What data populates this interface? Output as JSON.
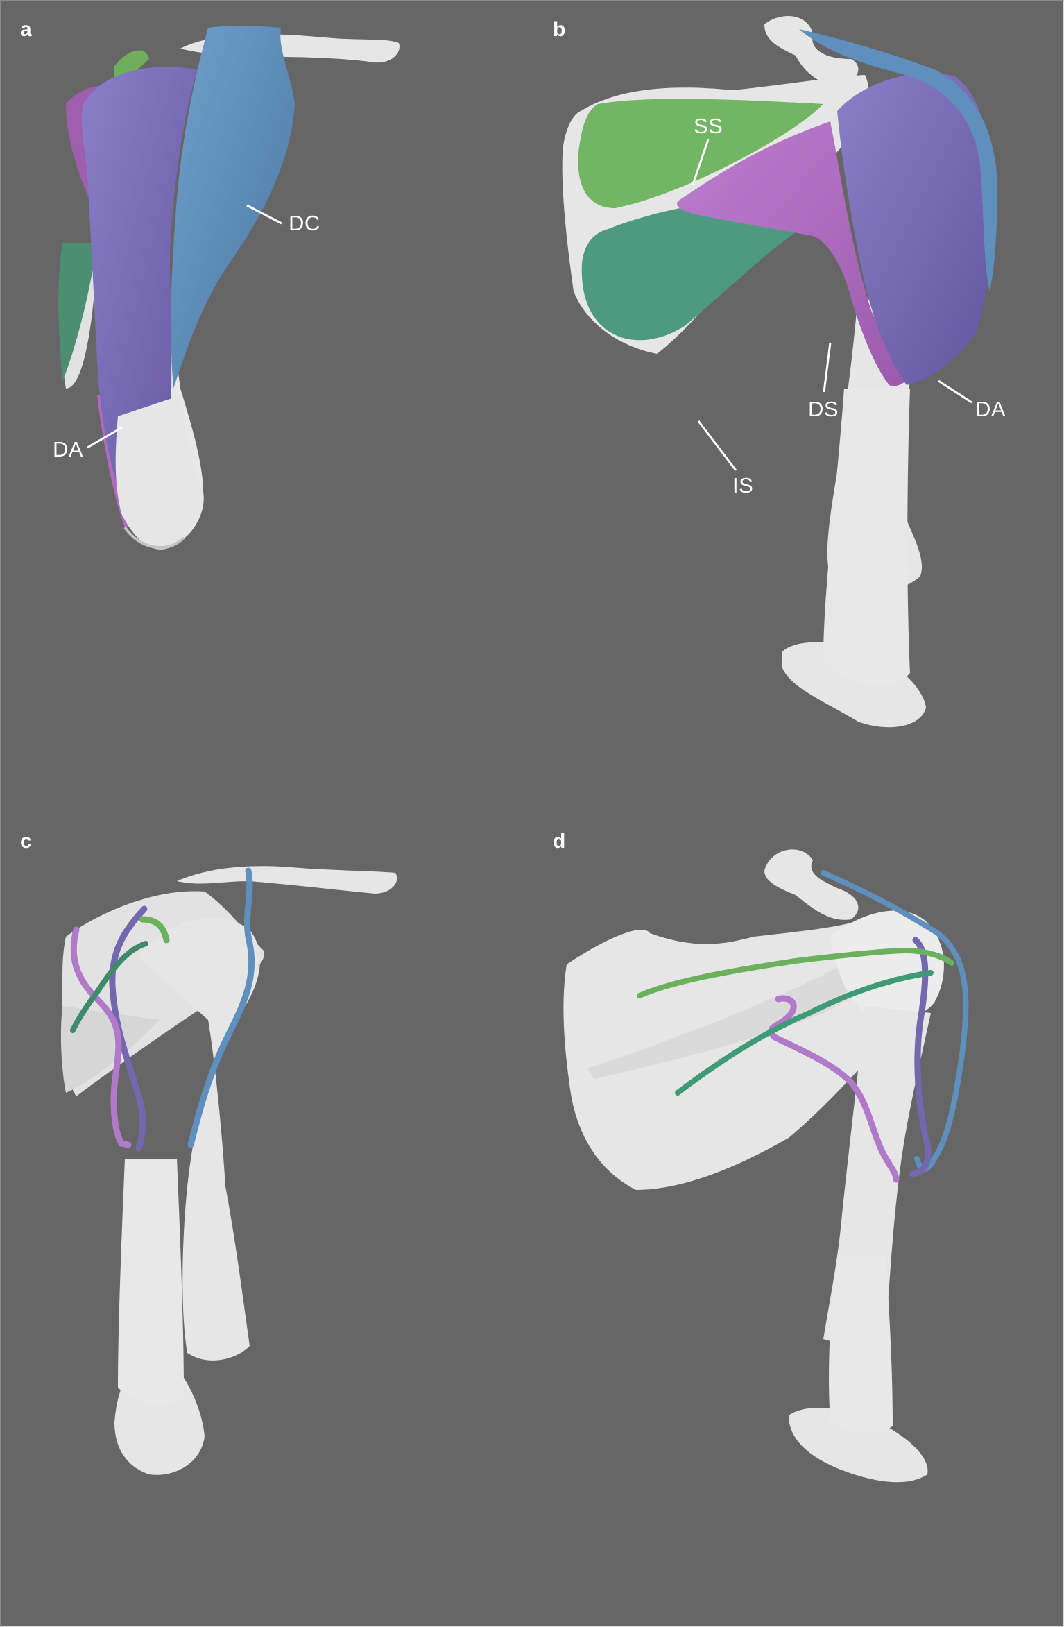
{
  "figure": {
    "background_color": "#666666",
    "colors": {
      "bone": "#e6e6e6",
      "bone_shadow": "#c4c4c4",
      "SS": "#72b562",
      "IS": "#4e9a80",
      "DS": "#a766b8",
      "DA": "#7467ad",
      "DC": "#5f8fbd",
      "label": "#ffffff"
    },
    "panels": [
      {
        "letter": "a",
        "view": "lateral view, muscles",
        "labels": [
          {
            "text": "DC",
            "muscle": "DC"
          },
          {
            "text": "DA",
            "muscle": "DA"
          }
        ]
      },
      {
        "letter": "b",
        "view": "posterior view, muscles",
        "labels": [
          {
            "text": "SS",
            "muscle": "SS"
          },
          {
            "text": "DS",
            "muscle": "DS"
          },
          {
            "text": "DA",
            "muscle": "DA"
          },
          {
            "text": "IS",
            "muscle": "IS"
          }
        ]
      },
      {
        "letter": "c",
        "view": "lateral view, lines of action",
        "labels": []
      },
      {
        "letter": "d",
        "view": "posterior view, lines of action",
        "labels": []
      }
    ]
  }
}
